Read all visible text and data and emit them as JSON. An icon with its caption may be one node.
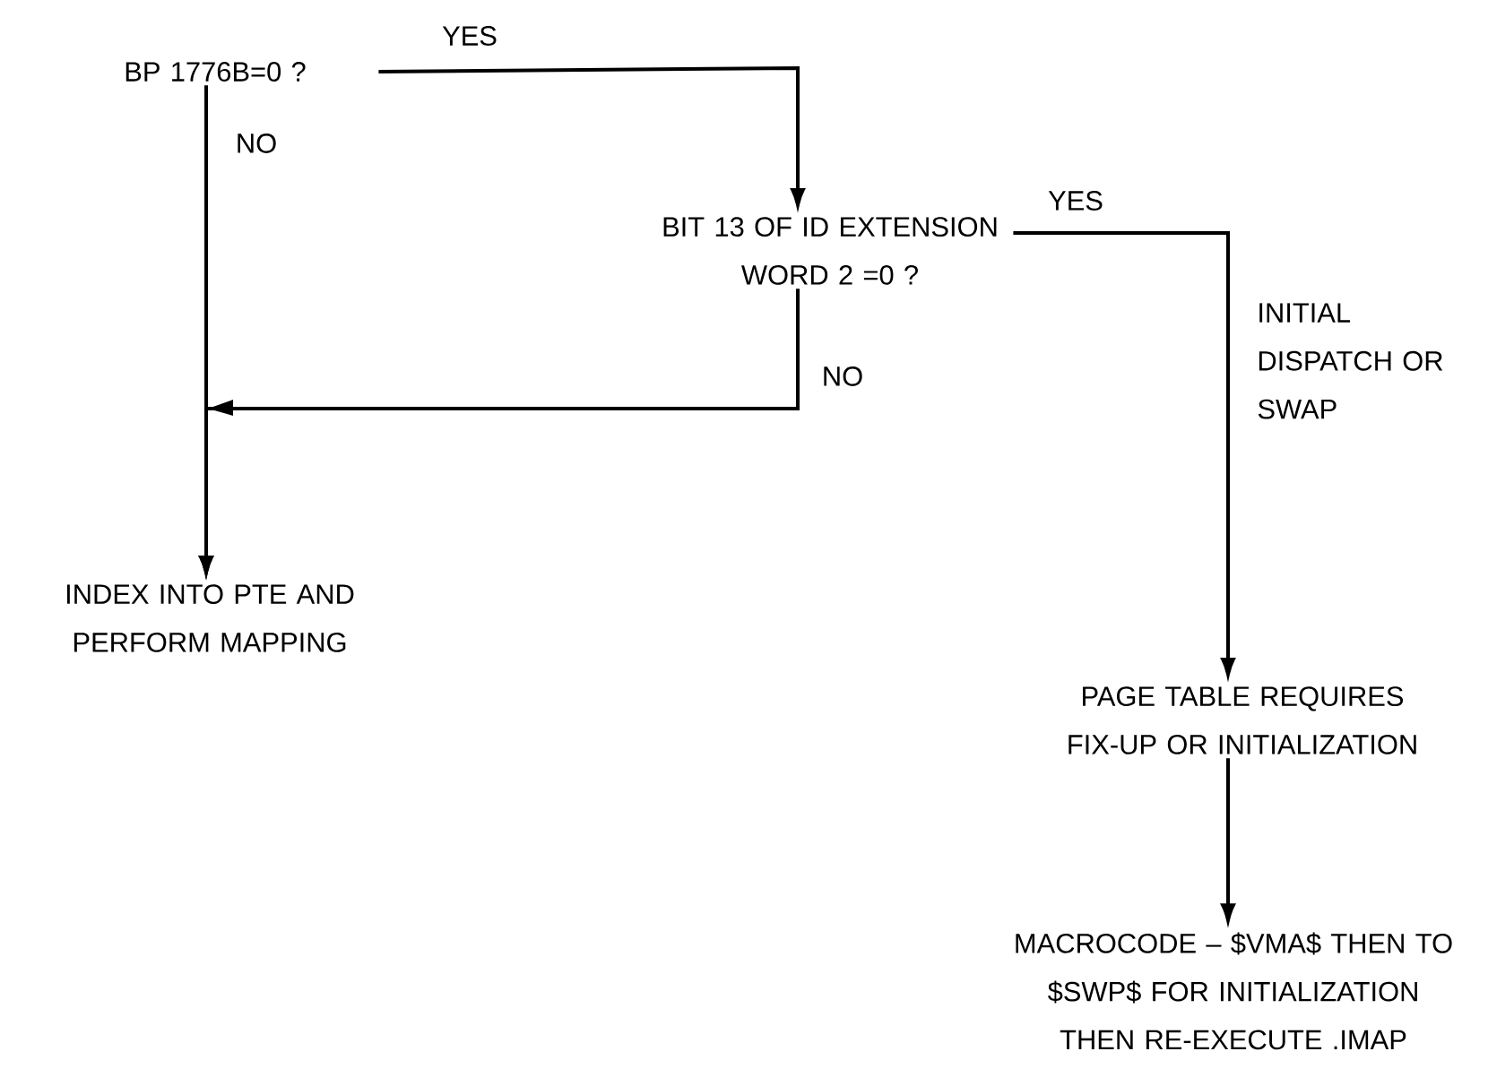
{
  "diagram": {
    "nodes": [
      {
        "text": [
          "BP 1776B=0 ?"
        ]
      },
      {
        "text": [
          "BIT 13 OF ID EXTENSION WORD 2 =0 ?"
        ]
      },
      {
        "text": [
          "INDEX INTO PTE AND PERFORM MAPPING"
        ]
      },
      {
        "text": [
          "PAGE TABLE REQUIRES FIX-UP OR INITIALIZATION"
        ]
      },
      {
        "text": [
          "MACROCODE – $VMA$ THEN TO $SWP$ FOR INITIALIZATION THEN RE-EXECUTE .IMAP"
        ]
      }
    ],
    "edges": [
      {
        "from": 0,
        "to": 1,
        "arrow": "to",
        "label": "YES"
      },
      {
        "from": 0,
        "to": 2,
        "arrow": "to",
        "label": "NO"
      },
      {
        "from": 1,
        "to": 2,
        "arrow": "to",
        "label": "NO"
      },
      {
        "from": 1,
        "to": 3,
        "arrow": "to",
        "label": "YES"
      },
      {
        "from": 3,
        "to": 4,
        "arrow": "to"
      }
    ],
    "labels": [
      "INITIAL DISPATCH OR SWAP"
    ]
  }
}
